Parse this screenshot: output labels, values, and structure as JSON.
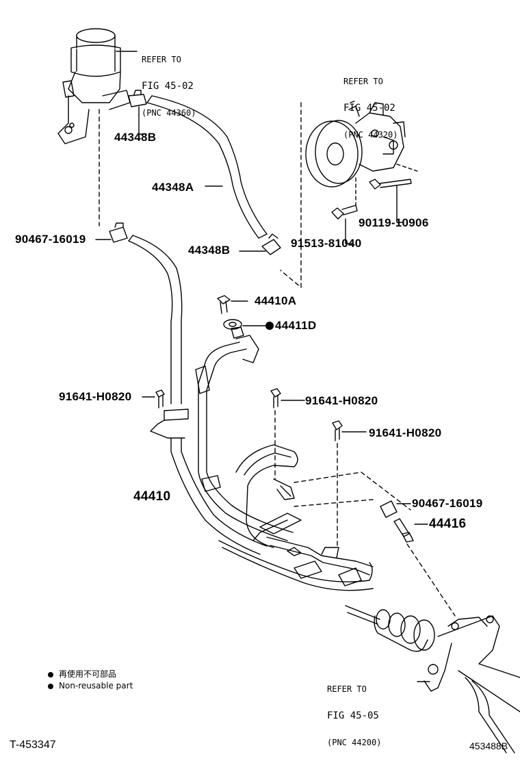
{
  "references": {
    "reservoir": {
      "line1": "REFER TO",
      "line2": "FIG 45-02",
      "line3": "(PNC 44360)"
    },
    "pump": {
      "line1": "REFER TO",
      "line2": "FIG 45-02",
      "line3": "(PNC 44320)"
    },
    "gear": {
      "line1": "REFER TO",
      "line2": "FIG 45-05",
      "line3": "(PNC 44200)"
    }
  },
  "parts": {
    "p44348B_top": "44348B",
    "p44348A": "44348A",
    "p44348B_bottom": "44348B",
    "p90467_left": "90467-16019",
    "p90119": "90119-10906",
    "p91513": "91513-81040",
    "p44410A": "44410A",
    "p44411D": "44411D",
    "p91641_left": "91641-H0820",
    "p91641_mid": "91641-H0820",
    "p91641_right": "91641-H0820",
    "p44410": "44410",
    "p90467_right": "90467-16019",
    "p44416": "44416"
  },
  "legend": {
    "item1": "再使用不可部品",
    "item2": "Non-reusable part"
  },
  "footer": {
    "left_code": "T-453347",
    "right_code": "453488B"
  }
}
